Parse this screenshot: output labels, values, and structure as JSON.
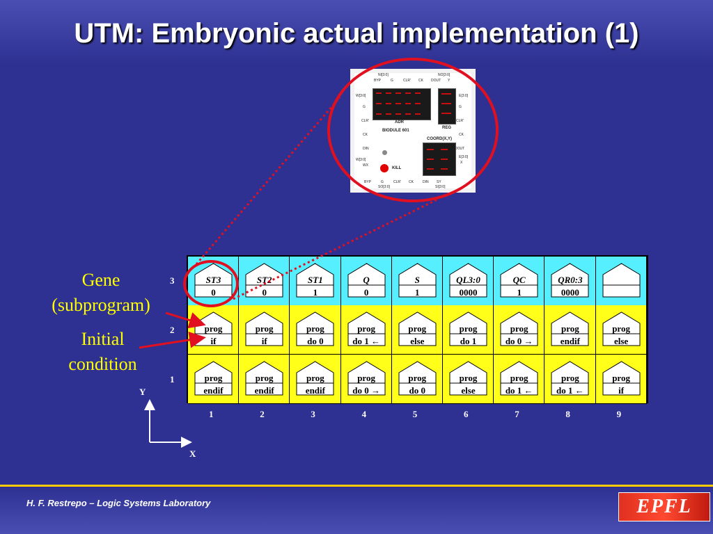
{
  "slide": {
    "title": "UTM: Embryonic actual implementation (1)",
    "footer": "H. F. Restrepo – Logic Systems Laboratory",
    "logo_text": "EPFL"
  },
  "board": {
    "name": "BIODULE 601",
    "top_labels": [
      "NI[3:0]",
      "NO[3:0]",
      "BYP",
      "G",
      "CLR'",
      "CK",
      "DOUT",
      "Y"
    ],
    "left_labels": [
      "W[3:0]",
      "G",
      "CLR'",
      "CK",
      "DIN",
      "W[3:0]",
      "WX"
    ],
    "right_labels": [
      "E[3:0]",
      "G",
      "CLR'",
      "CK",
      "DOUT",
      "X",
      "E[3:0]"
    ],
    "bottom_labels": [
      "BYP",
      "G",
      "CLR'",
      "CK",
      "DIN",
      "SY",
      "SO[3:0]",
      "SI[3:0]"
    ],
    "display_labels": [
      "ADR",
      "REG",
      "COORD(X,Y)"
    ],
    "kill_label": "KILL"
  },
  "annotations": {
    "gene_line1": "Gene",
    "gene_line2": "(subprogram)",
    "init_line1": "Initial",
    "init_line2": "condition"
  },
  "axes": {
    "y_label": "Y",
    "x_label": "X"
  },
  "grid": {
    "columns": [
      "1",
      "2",
      "3",
      "4",
      "5",
      "6",
      "7",
      "8",
      "9"
    ],
    "rows": [
      {
        "label": "3",
        "cells": [
          {
            "top": "ST3",
            "bottom": "0"
          },
          {
            "top": "ST2",
            "bottom": "0"
          },
          {
            "top": "ST1",
            "bottom": "1"
          },
          {
            "top": "Q",
            "bottom": "0"
          },
          {
            "top": "S",
            "bottom": "1"
          },
          {
            "top": "QL3:0",
            "bottom": "0000"
          },
          {
            "top": "QC",
            "bottom": "1"
          },
          {
            "top": "QR0:3",
            "bottom": "0000"
          },
          {
            "top": "",
            "bottom": ""
          }
        ]
      },
      {
        "label": "2",
        "cells": [
          {
            "top": "prog",
            "bottom": "if"
          },
          {
            "top": "prog",
            "bottom": "if"
          },
          {
            "top": "prog",
            "bottom": "do 0"
          },
          {
            "top": "prog",
            "bottom": "do 1 ←"
          },
          {
            "top": "prog",
            "bottom": "else"
          },
          {
            "top": "prog",
            "bottom": "do 1"
          },
          {
            "top": "prog",
            "bottom": "do 0 →"
          },
          {
            "top": "prog",
            "bottom": "endif"
          },
          {
            "top": "prog",
            "bottom": "else"
          }
        ]
      },
      {
        "label": "1",
        "cells": [
          {
            "top": "prog",
            "bottom": "endif"
          },
          {
            "top": "prog",
            "bottom": "endif"
          },
          {
            "top": "prog",
            "bottom": "endif"
          },
          {
            "top": "prog",
            "bottom": "do 0 →"
          },
          {
            "top": "prog",
            "bottom": "do 0"
          },
          {
            "top": "prog",
            "bottom": "else"
          },
          {
            "top": "prog",
            "bottom": "do 1 ←"
          },
          {
            "top": "prog",
            "bottom": "do 1 ←"
          },
          {
            "top": "prog",
            "bottom": "if"
          }
        ]
      }
    ]
  },
  "colors": {
    "background": "#2e3192",
    "row3_fill": "#55efff",
    "row_fill": "#ffff1a",
    "highlight_red": "#e01020",
    "annotation_yellow": "#ffff00"
  }
}
